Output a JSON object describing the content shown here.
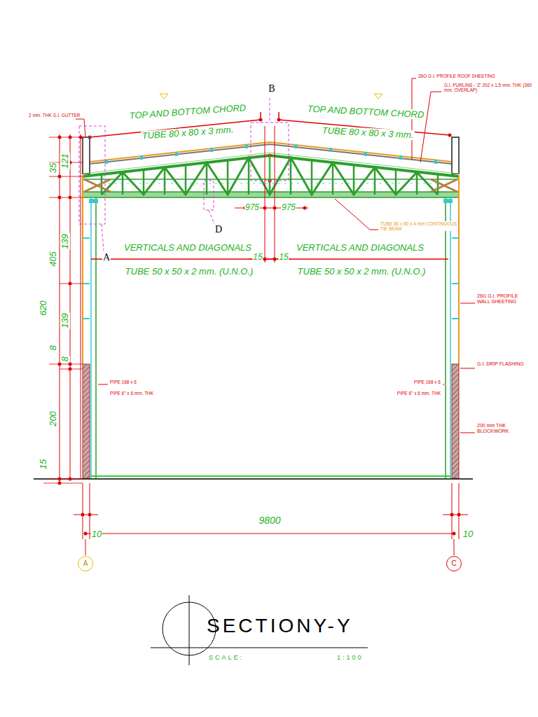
{
  "diagram": {
    "title": "SECTIONY-Y",
    "nodes": [
      {
        "text": [
          "A"
        ]
      },
      {
        "text": [
          "C"
        ]
      }
    ],
    "labels": [
      "B",
      "D",
      "A",
      "TOP AND BOTTOM CHORD",
      "TUBE 80 x 80 x 3 mm.",
      "TOP AND BOTTOM CHORD",
      "TUBE 80 x 80 x 3 mm.",
      "VERTICALS AND DIAGONALS",
      "TUBE 50 x 50 x 2 mm. (U.N.O.)",
      "VERTICALS AND DIAGONALS",
      "TUBE 50 x 50 x 2 mm. (U.N.O.)",
      "26G G.I. PROFILE ROOF SHEETING",
      "G.I. PURLINS - 'Z' 202 x 1.5 mm. THK (360 mm. OVERLAP)",
      "2 mm. THK G.I. GUTTER",
      "TUBE 80 x 80 x 4 mm CONTINUOUS TIE BEAM",
      "26G G.I. PROFILE WALL SHEETING",
      "G.I. DRIP FLASHING",
      "200 mm THK BLOCKWORK",
      "PIPE 168 x 6",
      "PIPE 6\" x 6 mm. THK",
      "PIPE 168 x 6",
      "PIPE 6\" x 6 mm. THK",
      "35",
      "121",
      "405",
      "139",
      "620",
      "139",
      "8",
      "8",
      "200",
      "15",
      "975",
      "975",
      "15",
      "15",
      "9800",
      "10",
      "10",
      "SCALE:",
      "1:100"
    ]
  }
}
